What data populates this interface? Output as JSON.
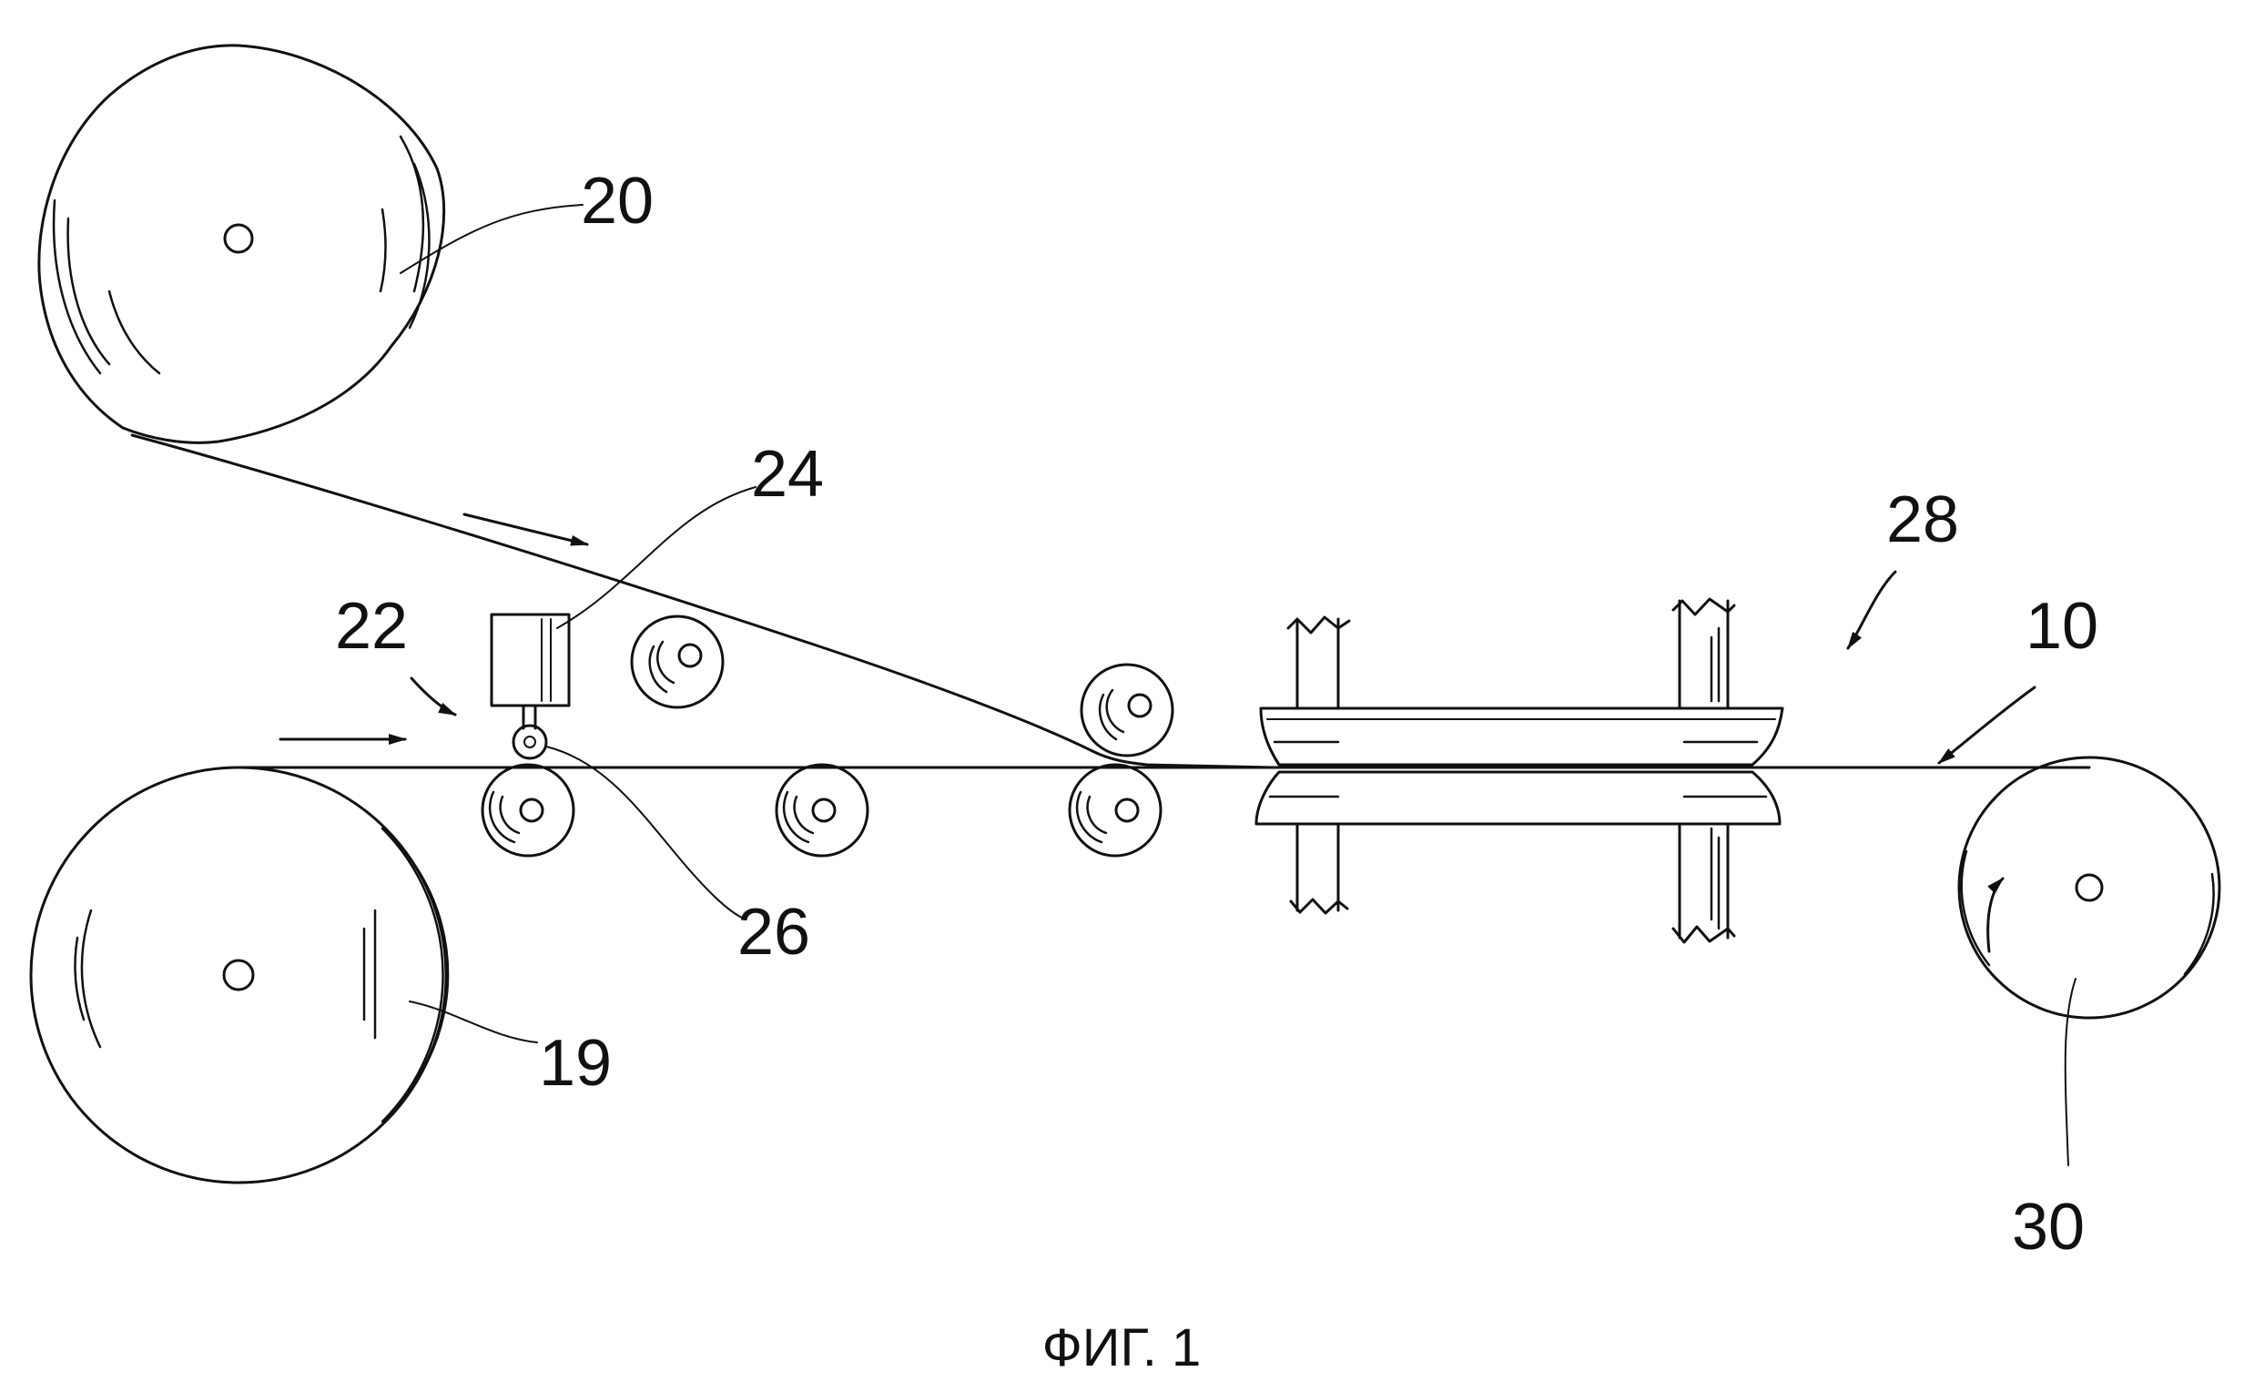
{
  "figure": {
    "caption": "ФИГ. 1",
    "refs": {
      "r20": "20",
      "r24": "24",
      "r22": "22",
      "r28": "28",
      "r10": "10",
      "r26": "26",
      "r19": "19",
      "r30": "30"
    },
    "colors": {
      "ink": "#111111",
      "paper": "#ffffff"
    }
  }
}
